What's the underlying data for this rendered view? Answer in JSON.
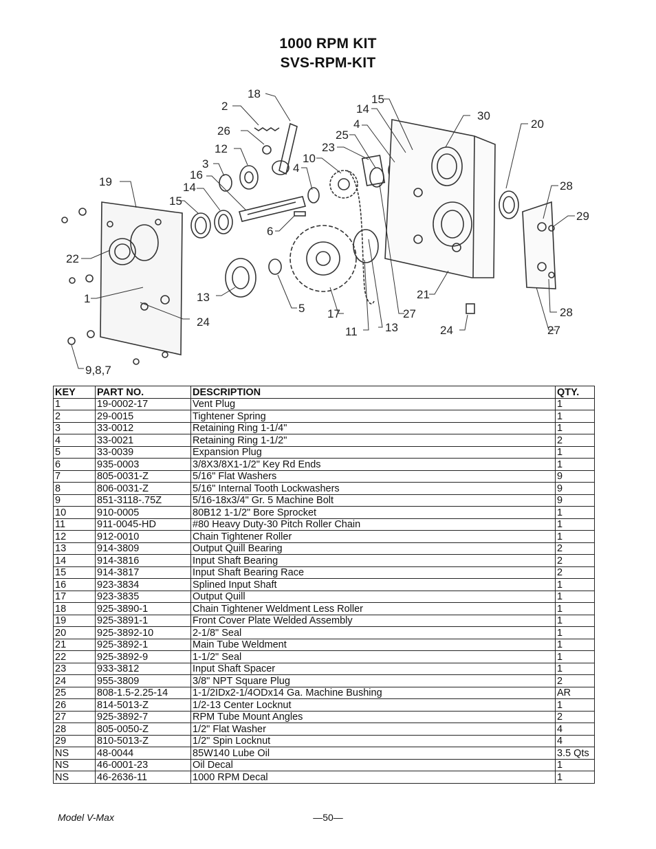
{
  "title": {
    "line1": "1000 RPM KIT",
    "line2": "SVS-RPM-KIT"
  },
  "callouts": [
    "18",
    "2",
    "26",
    "12",
    "3",
    "16",
    "14",
    "15",
    "19",
    "22",
    "1",
    "13",
    "24",
    "9,8,7",
    "6",
    "5",
    "17",
    "11",
    "13",
    "27",
    "10",
    "4",
    "23",
    "25",
    "4",
    "14",
    "15",
    "30",
    "20",
    "28",
    "29",
    "28",
    "27",
    "21",
    "24"
  ],
  "table": {
    "headers": [
      "KEY",
      "PART NO.",
      "DESCRIPTION",
      "QTY."
    ],
    "rows": [
      [
        "1",
        "19-0002-17",
        "Vent Plug",
        "1"
      ],
      [
        "2",
        "29-0015",
        "Tightener Spring",
        "1"
      ],
      [
        "3",
        "33-0012",
        "Retaining Ring 1-1/4\"",
        "1"
      ],
      [
        "4",
        "33-0021",
        "Retaining Ring 1-1/2\"",
        "2"
      ],
      [
        "5",
        "33-0039",
        "Expansion Plug",
        "1"
      ],
      [
        "6",
        "935-0003",
        "3/8X3/8X1-1/2\" Key Rd Ends",
        "1"
      ],
      [
        "7",
        "805-0031-Z",
        "5/16\" Flat Washers",
        "9"
      ],
      [
        "8",
        "806-0031-Z",
        "5/16\" Internal Tooth Lockwashers",
        "9"
      ],
      [
        "9",
        "851-3118-.75Z",
        "5/16-18x3/4\" Gr. 5 Machine Bolt",
        "9"
      ],
      [
        "10",
        "910-0005",
        "80B12 1-1/2\" Bore Sprocket",
        "1"
      ],
      [
        "11",
        "911-0045-HD",
        "#80 Heavy Duty-30 Pitch Roller Chain",
        "1"
      ],
      [
        "12",
        "912-0010",
        "Chain Tightener Roller",
        "1"
      ],
      [
        "13",
        "914-3809",
        "Output Quill Bearing",
        "2"
      ],
      [
        "14",
        "914-3816",
        "Input Shaft Bearing",
        "2"
      ],
      [
        "15",
        "914-3817",
        "Input Shaft Bearing Race",
        "2"
      ],
      [
        "16",
        "923-3834",
        "Splined Input Shaft",
        "1"
      ],
      [
        "17",
        "923-3835",
        "Output Quill",
        "1"
      ],
      [
        "18",
        "925-3890-1",
        "Chain Tightener Weldment Less Roller",
        "1"
      ],
      [
        "19",
        "925-3891-1",
        "Front Cover Plate Welded Assembly",
        "1"
      ],
      [
        "20",
        "925-3892-10",
        "2-1/8\" Seal",
        "1"
      ],
      [
        "21",
        "925-3892-1",
        "Main Tube Weldment",
        "1"
      ],
      [
        "22",
        "925-3892-9",
        "1-1/2\" Seal",
        "1"
      ],
      [
        "23",
        "933-3812",
        "Input Shaft Spacer",
        "1"
      ],
      [
        "24",
        "955-3809",
        "3/8\" NPT Square Plug",
        "2"
      ],
      [
        "25",
        "808-1.5-2.25-14",
        "1-1/2IDx2-1/4ODx14 Ga. Machine Bushing",
        "AR"
      ],
      [
        "26",
        "814-5013-Z",
        "1/2-13 Center Locknut",
        "1"
      ],
      [
        "27",
        "925-3892-7",
        "RPM Tube Mount Angles",
        "2"
      ],
      [
        "28",
        "805-0050-Z",
        "1/2\" Flat Washer",
        "4"
      ],
      [
        "29",
        "810-5013-Z",
        "1/2\" Spin Locknut",
        "4"
      ],
      [
        "NS",
        "48-0044",
        "85W140 Lube Oil",
        "3.5 Qts"
      ],
      [
        "NS",
        "46-0001-23",
        "Oil Decal",
        "1"
      ],
      [
        "NS",
        "46-2636-11",
        "1000 RPM Decal",
        "1"
      ]
    ]
  },
  "footer": {
    "model": "Model V-Max",
    "page": "—50—"
  }
}
